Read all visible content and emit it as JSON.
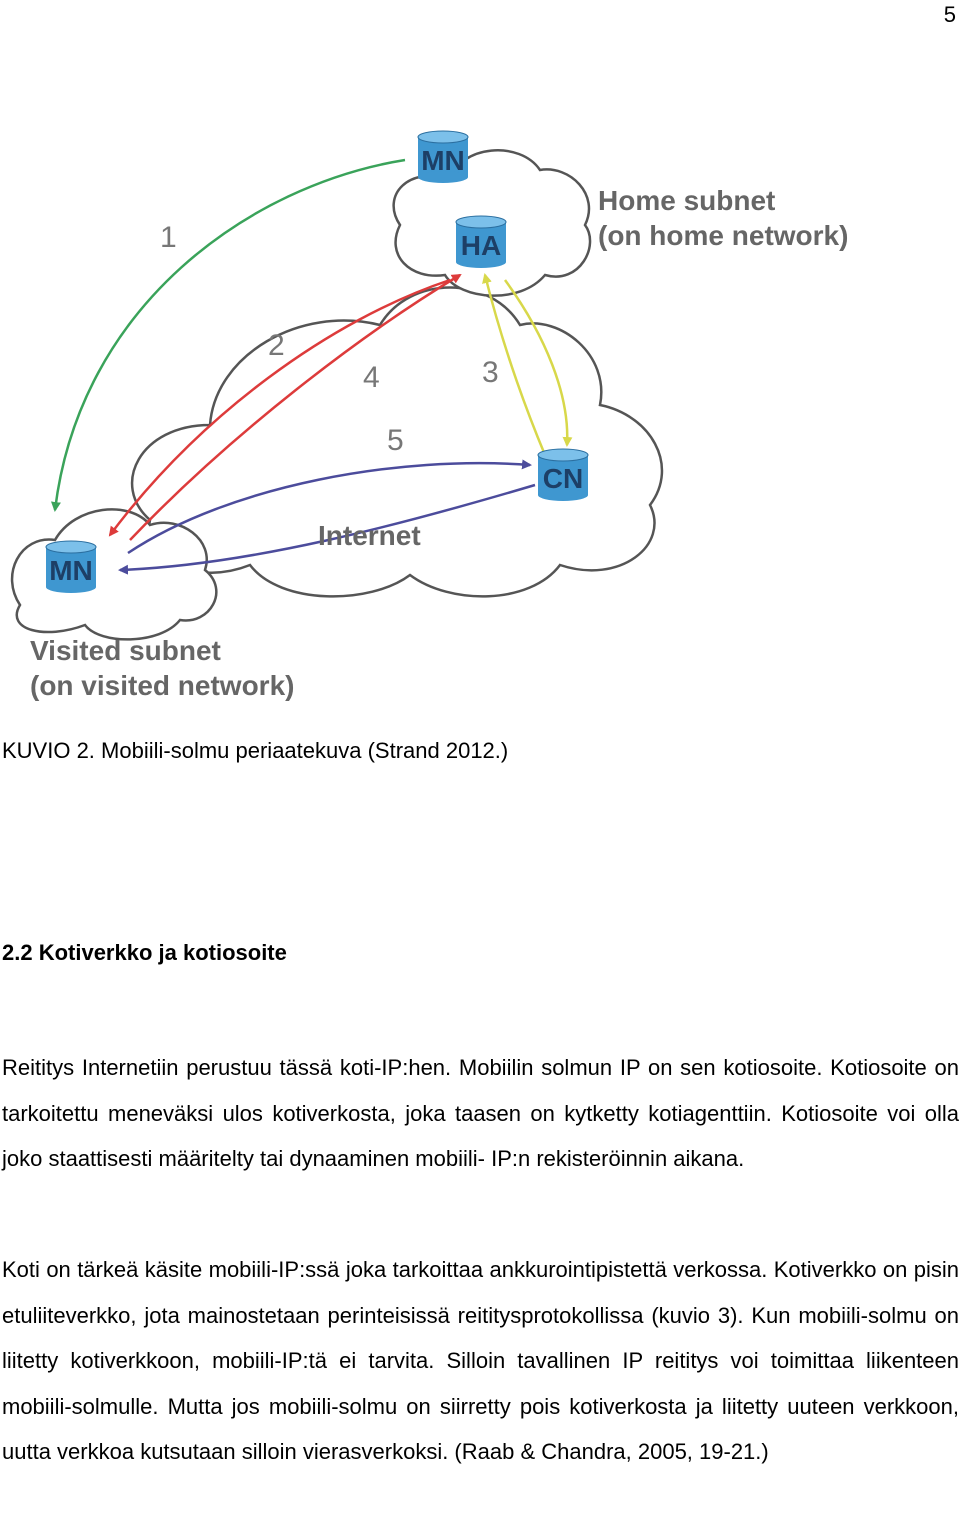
{
  "page_number": "5",
  "figure": {
    "home_subnet_line1": "Home subnet",
    "home_subnet_line2": "(on home network)",
    "visited_subnet_line1": "Visited subnet",
    "visited_subnet_line2": "(on visited network)",
    "internet_label": "Internet",
    "nodes": {
      "mn_home": "MN",
      "ha": "HA",
      "cn": "CN",
      "mn_visited": "MN"
    },
    "arrow_labels": [
      "1",
      "2",
      "3",
      "4",
      "5"
    ],
    "colors": {
      "arrow_1": "#3aa35a",
      "arrow_2_4": "#dd3b3b",
      "arrow_3": "#d8d84a",
      "arrow_5": "#4c4c9c",
      "node_fill": "#3f97d0"
    }
  },
  "caption": "KUVIO 2. Mobiili-solmu periaatekuva (Strand 2012.)",
  "section_heading": "2.2 Kotiverkko ja kotiosoite",
  "paragraph_1": "Reititys Internetiin perustuu tässä koti-IP:hen. Mobiilin solmun IP on sen kotiosoite. Kotiosoite on tarkoitettu meneväksi ulos kotiverkosta, joka taasen on kytketty kotiagenttiin. Kotiosoite voi olla joko staattisesti määritelty tai dynaaminen mobiili- IP:n rekisteröinnin aikana.",
  "paragraph_2": "Koti on tärkeä käsite mobiili-IP:ssä joka tarkoittaa ankkurointipistettä verkossa. Kotiverkko on pisin etuliiteverkko, jota mainostetaan perinteisissä reititysprotokollissa (kuvio 3). Kun mobiili-solmu on liitetty kotiverkkoon, mobiili-IP:tä ei tarvita. Silloin tavallinen IP reititys voi toimittaa liikenteen mobiili-solmulle. Mutta jos mobiili-solmu on siirretty pois kotiverkosta ja liitetty uuteen verkkoon, uutta verkkoa kutsutaan silloin vierasverkoksi. (Raab & Chandra, 2005, 19-21.)"
}
